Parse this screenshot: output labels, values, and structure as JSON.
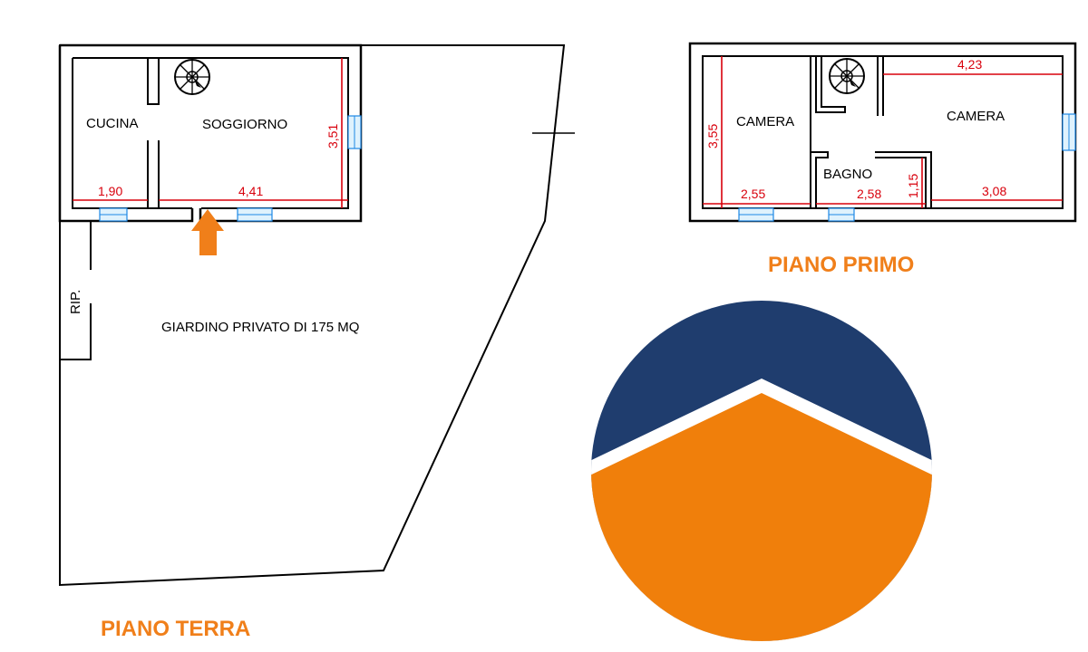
{
  "ground_floor": {
    "title": "PIANO TERRA",
    "rooms": {
      "kitchen": "CUCINA",
      "living": "SOGGIORNO",
      "storage": "RIP."
    },
    "garden_label": "GIARDINO PRIVATO DI 175 MQ",
    "dimensions": {
      "kitchen_width": "1,90",
      "living_width": "4,41",
      "living_depth": "3,51"
    }
  },
  "first_floor": {
    "title": "PIANO PRIMO",
    "rooms": {
      "bedroom_left": "CAMERA",
      "bedroom_right": "CAMERA",
      "bathroom": "BAGNO"
    },
    "dimensions": {
      "left_depth": "3,55",
      "left_width": "2,55",
      "bath_width": "2,58",
      "bath_depth": "1,15",
      "right_width_top": "4,23",
      "right_width_bottom": "3,08"
    }
  },
  "colors": {
    "accent": "#f07f1a",
    "logo_blue": "#1f3d6e",
    "logo_orange": "#f07f0b",
    "dimension_red": "#d8000c",
    "window_blue": "#1e88e5"
  },
  "icons": {
    "entrance": "entrance-arrow-icon",
    "stairs": "spiral-stair-icon",
    "logo": "brand-logo"
  }
}
